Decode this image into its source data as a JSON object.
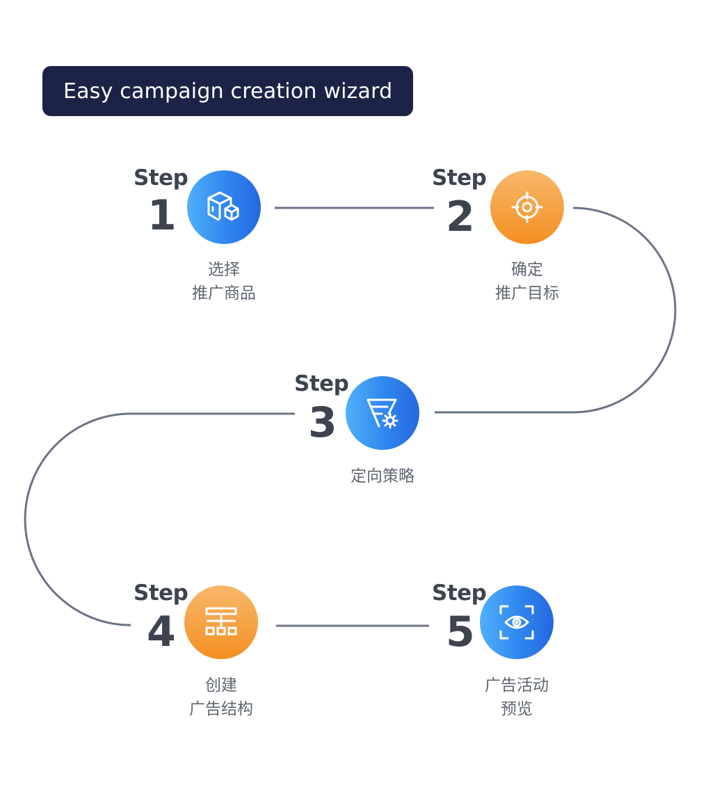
{
  "title": "Easy campaign creation wizard",
  "colors": {
    "title_bg": "#1b2347",
    "connector": "#6b7385",
    "step_text": "#3d4450",
    "label_text": "#5f6672",
    "blue_gradient": [
      "#4fb0fb",
      "#2567e0"
    ],
    "orange_gradient": [
      "#f8b86a",
      "#f38f22"
    ]
  },
  "steps": [
    {
      "word": "Step",
      "number": "1",
      "icon": "package-boxes-icon",
      "color": "blue",
      "label_lines": [
        "选择",
        "推广商品"
      ]
    },
    {
      "word": "Step",
      "number": "2",
      "icon": "target-crosshair-icon",
      "color": "orange",
      "label_lines": [
        "确定",
        "推广目标"
      ]
    },
    {
      "word": "Step",
      "number": "3",
      "icon": "funnel-gear-icon",
      "color": "blue",
      "label_lines": [
        "定向策略"
      ]
    },
    {
      "word": "Step",
      "number": "4",
      "icon": "hierarchy-structure-icon",
      "color": "orange",
      "label_lines": [
        "创建",
        "广告结构"
      ]
    },
    {
      "word": "Step",
      "number": "5",
      "icon": "eye-scan-icon",
      "color": "blue",
      "label_lines": [
        "广告活动",
        "预览"
      ]
    }
  ]
}
